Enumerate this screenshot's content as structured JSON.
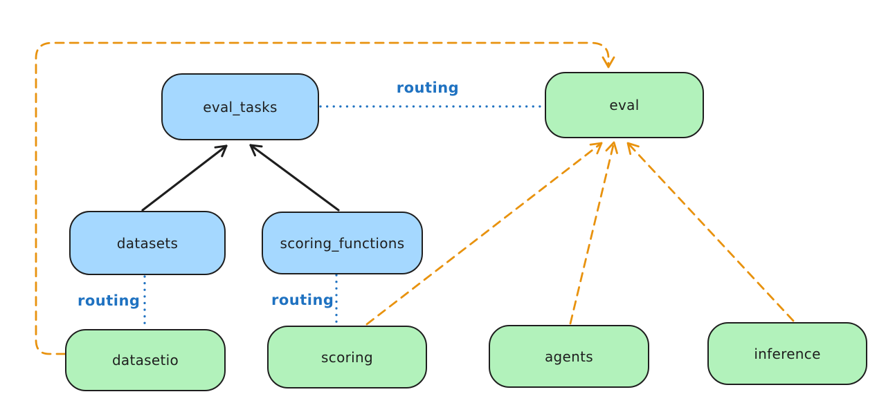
{
  "diagram": {
    "type": "architecture-graph",
    "background": "#ffffff",
    "colors": {
      "api_node_fill": "#a5d8ff",
      "provider_node_fill": "#b2f2bb",
      "node_stroke": "#1e1e1e",
      "node_text": "#1e1e1e",
      "routing_line": "#1f72c1",
      "dashed_dependency_line": "#e8920e",
      "solid_line": "#1e1e1e"
    },
    "nodes": {
      "eval_tasks": {
        "label": "eval_tasks",
        "kind": "blue"
      },
      "eval": {
        "label": "eval",
        "kind": "green"
      },
      "datasets": {
        "label": "datasets",
        "kind": "blue"
      },
      "scoring_functions": {
        "label": "scoring_functions",
        "kind": "blue"
      },
      "datasetio": {
        "label": "datasetio",
        "kind": "green"
      },
      "scoring": {
        "label": "scoring",
        "kind": "green"
      },
      "agents": {
        "label": "agents",
        "kind": "green"
      },
      "inference": {
        "label": "inference",
        "kind": "green"
      }
    },
    "edge_labels": {
      "routing_eval": "routing",
      "routing_datasetio": "routing",
      "routing_scoring": "routing"
    },
    "edges": [
      {
        "from": "datasets",
        "to": "eval_tasks",
        "style": "solid",
        "color": "black",
        "arrowhead": true
      },
      {
        "from": "scoring_functions",
        "to": "eval_tasks",
        "style": "solid",
        "color": "black",
        "arrowhead": true
      },
      {
        "from": "eval_tasks",
        "to": "eval",
        "style": "dotted",
        "color": "blue",
        "label": "routing",
        "arrowhead": false
      },
      {
        "from": "datasets",
        "to": "datasetio",
        "style": "dotted",
        "color": "blue",
        "label": "routing",
        "arrowhead": false
      },
      {
        "from": "scoring_functions",
        "to": "scoring",
        "style": "dotted",
        "color": "blue",
        "label": "routing",
        "arrowhead": false
      },
      {
        "from": "datasetio",
        "to": "eval",
        "style": "dashed",
        "color": "orange",
        "arrowhead": true
      },
      {
        "from": "scoring",
        "to": "eval",
        "style": "dashed",
        "color": "orange",
        "arrowhead": true
      },
      {
        "from": "agents",
        "to": "eval",
        "style": "dashed",
        "color": "orange",
        "arrowhead": true
      },
      {
        "from": "inference",
        "to": "eval",
        "style": "dashed",
        "color": "orange",
        "arrowhead": true
      }
    ]
  }
}
